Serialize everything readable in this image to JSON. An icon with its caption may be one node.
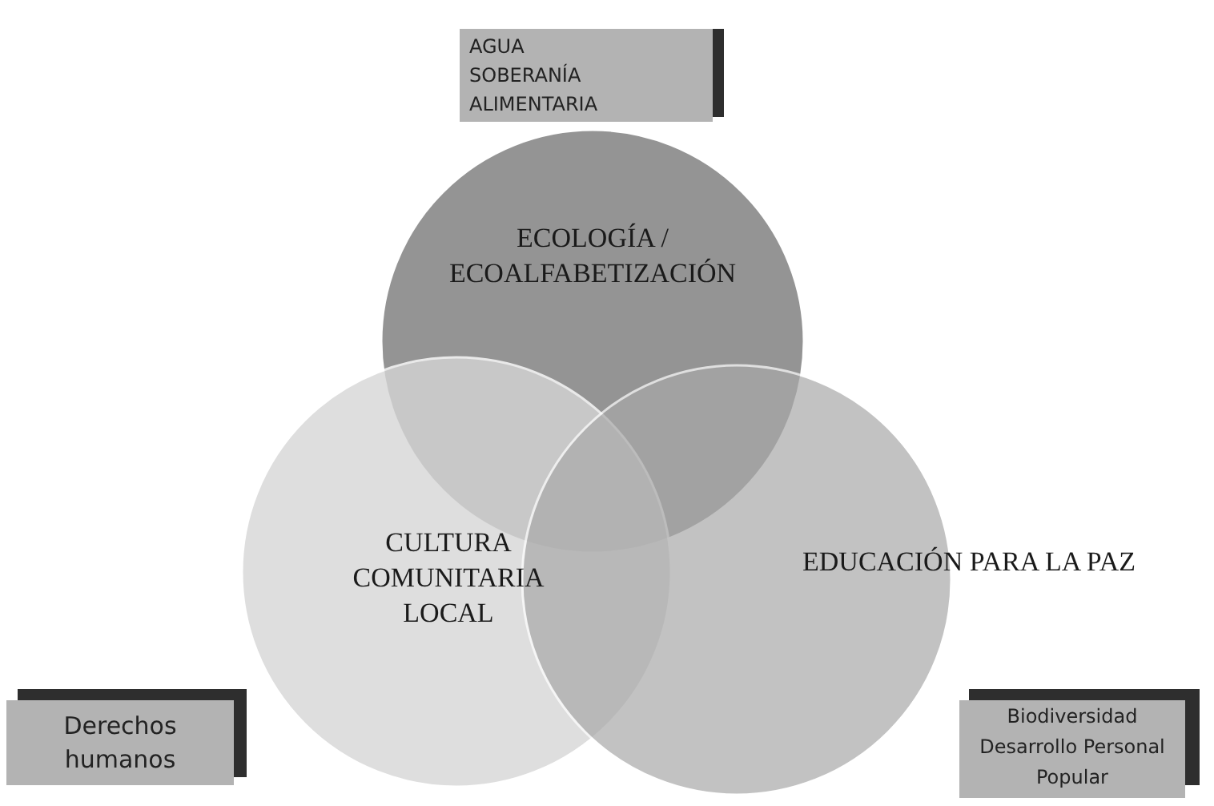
{
  "diagram": {
    "nodes": [
      {
        "text": [
          "AGUA",
          "SOBERANÍA ALIMENTARIA"
        ]
      },
      {
        "text": [
          "ECOLOGÍA / ECOALFABETIZACIÓN"
        ]
      },
      {
        "text": [
          "CULTURA COMUNITARIA LOCAL"
        ]
      },
      {
        "text": [
          "EDUCACIÓN PARA LA PAZ"
        ]
      },
      {
        "text": [
          "Derechos humanos"
        ]
      },
      {
        "text": [
          "Biodiversidad",
          "Desarrollo Personal Popular"
        ]
      }
    ],
    "edges": []
  }
}
